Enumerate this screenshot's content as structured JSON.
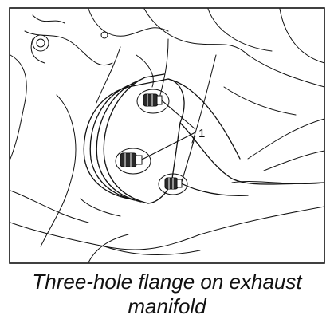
{
  "diagram": {
    "callout_number": "1",
    "caption_line1": "Three-hole flange on exhaust",
    "caption_line2": "manifold"
  },
  "colors": {
    "line": "#111111",
    "background": "#ffffff",
    "shade": "#2a2a2a"
  }
}
